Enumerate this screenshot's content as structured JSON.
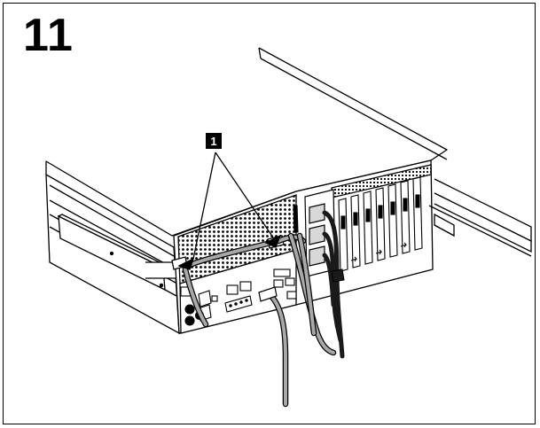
{
  "step": {
    "number": "11"
  },
  "callouts": [
    {
      "label": "1",
      "target": "cable-retention-brackets"
    }
  ],
  "cables": {
    "count_gray": 4,
    "count_black": 3
  },
  "colors": {
    "line": "#000000",
    "cable_gray": "#a8a8a8",
    "cable_black": "#1a1a1a",
    "callout_bg": "#000000",
    "callout_text": "#ffffff",
    "background": "#ffffff"
  },
  "icons": {
    "callout": "numbered-callout-box",
    "arrow": "pointer-arrow"
  }
}
